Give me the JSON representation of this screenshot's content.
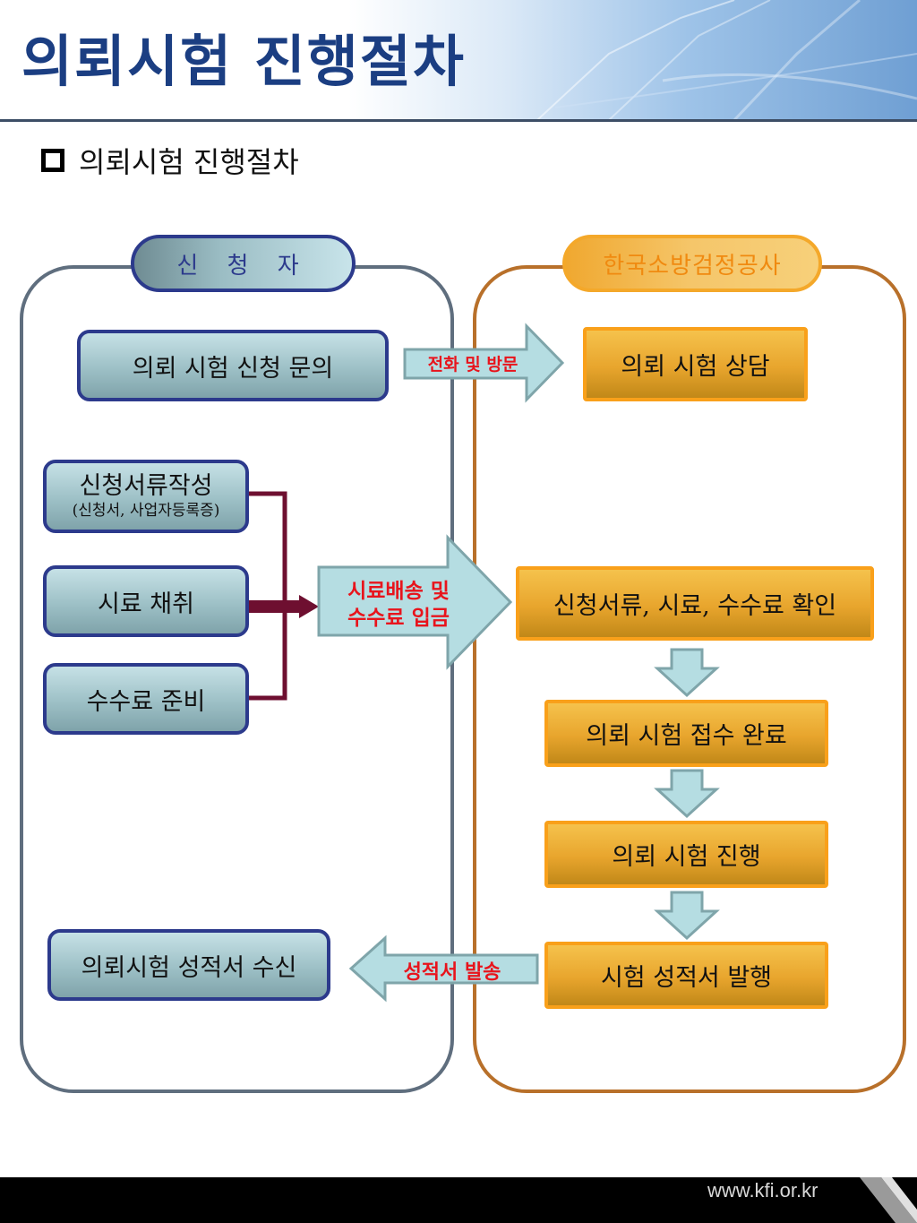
{
  "header": {
    "title": "의뢰시험  진행절차"
  },
  "section": {
    "heading": "의뢰시험 진행절차"
  },
  "diagram": {
    "applicant_label": "신 청 자",
    "kfi_label": "한국소방검정공사",
    "applicant_steps": {
      "inquiry": "의뢰 시험 신청 문의",
      "docs": "신청서류작성",
      "docs_detail": "(신청서, 사업자등록증)",
      "sample": "시료 채취",
      "fee": "수수료 준비",
      "receive": "의뢰시험 성적서 수신"
    },
    "kfi_steps": {
      "consult": "의뢰 시험 상담",
      "confirm": "신청서류, 시료, 수수료 확인",
      "accept": "의뢰 시험 접수 완료",
      "progress": "의뢰 시험 진행",
      "issue": "시험 성적서 발행"
    },
    "arrows": {
      "phone_visit": "전화 및 방문",
      "ship_line1": "시료배송 및",
      "ship_line2": "수수료 입금",
      "send_report": "성적서 발송"
    }
  },
  "footer": {
    "url": "www.kfi.or.kr"
  },
  "colors": {
    "title": "#1b3e82",
    "applicant_border": "#2c3a8c",
    "kfi_border": "#f9a01a",
    "arrow_fill": "#b5dde2",
    "arrow_stroke": "#7fa5aa",
    "label_red": "#e8141c",
    "connector": "#6e0f30"
  }
}
